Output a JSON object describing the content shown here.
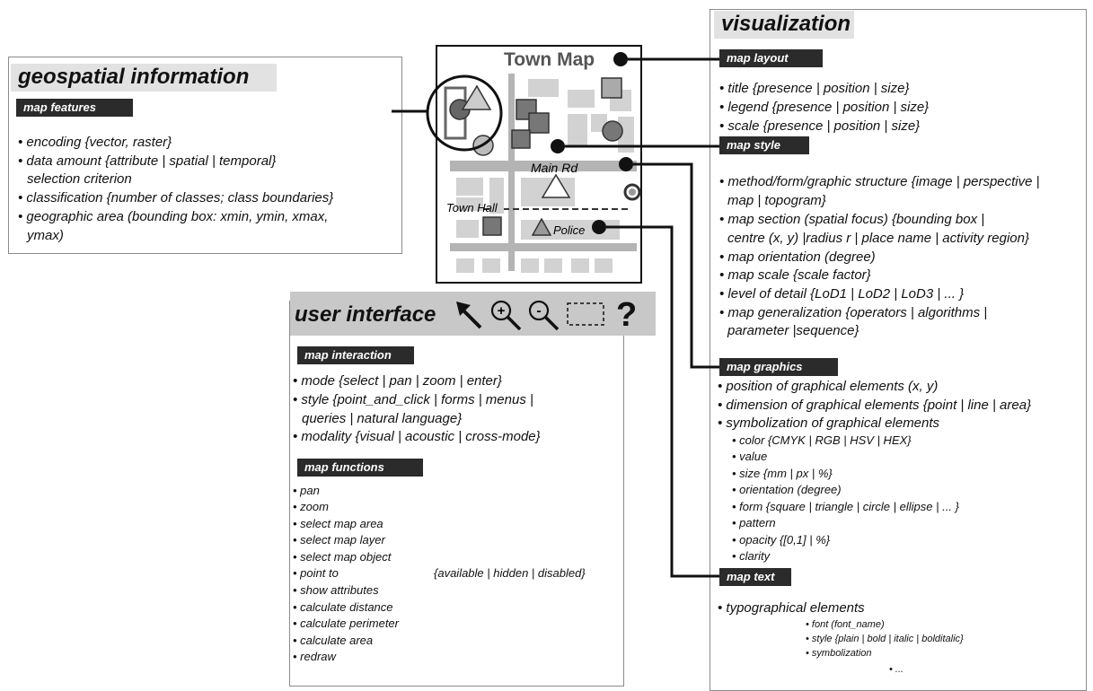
{
  "geo": {
    "title": "geospatial information",
    "tag": "map features",
    "items": [
      "• encoding {vector, raster}",
      "• data amount {attribute | spatial | temporal}",
      "  selection criterion",
      "• classification {number of classes; class boundaries}",
      "• geographic area (bounding box: xmin, ymin, xmax,",
      "  ymax)"
    ]
  },
  "map": {
    "title": "Town Map",
    "labels": {
      "main_rd": "Main Rd",
      "town_hall": "Town Hall",
      "police": "Police"
    }
  },
  "ui": {
    "title": "user interface",
    "toolbar": {
      "help": "?",
      "zoom_in": "+",
      "zoom_out": "-"
    },
    "interaction_tag": "map interaction",
    "interaction_items": [
      "• mode {select | pan | zoom | enter}",
      "• style {point_and_click | forms | menus |",
      "  queries | natural language}",
      "• modality {visual | acoustic | cross-mode}"
    ],
    "functions_tag": "map functions",
    "functions": [
      "• pan",
      "• zoom",
      "• select map area",
      "• select map layer",
      "• select map object",
      "• point to",
      "• show attributes",
      "• calculate distance",
      "• calculate perimeter",
      "• calculate area",
      "• redraw"
    ],
    "states": "{available | hidden | disabled}"
  },
  "vis": {
    "title": "visualization",
    "layout_tag": "map layout",
    "layout_items": [
      "• title {presence | position | size}",
      "• legend {presence | position | size}",
      "• scale {presence | position | size}"
    ],
    "style_tag": "map style",
    "style_items": [
      "• method/form/graphic structure {image | perspective |",
      "  map | topogram}",
      "• map section (spatial focus) {bounding box |",
      "  centre (x, y) |radius r | place name | activity region}",
      "• map orientation (degree)",
      "• map scale {scale factor}",
      "• level of detail {LoD1 | LoD2 | LoD3 | ... }",
      "• map generalization {operators | algorithms |",
      "  parameter |sequence}"
    ],
    "graphics_tag": "map graphics",
    "graphics_items": [
      "• position of graphical elements (x, y)",
      "• dimension of graphical elements {point | line | area}",
      "• symbolization of graphical elements"
    ],
    "symbol_items": [
      "• color {CMYK | RGB | HSV | HEX}",
      "• value",
      "• size  {mm | px | %}",
      "• orientation (degree)",
      "• form {square | triangle | circle | ellipse | ... }",
      "• pattern",
      "• opacity {[0,1] | %}",
      "• clarity"
    ],
    "text_tag": "map text",
    "text_items": [
      "• typographical elements"
    ],
    "text_sub": [
      "• font (font_name)",
      "• style {plain | bold | italic | bolditalic}",
      "• symbolization",
      "• ..."
    ]
  }
}
